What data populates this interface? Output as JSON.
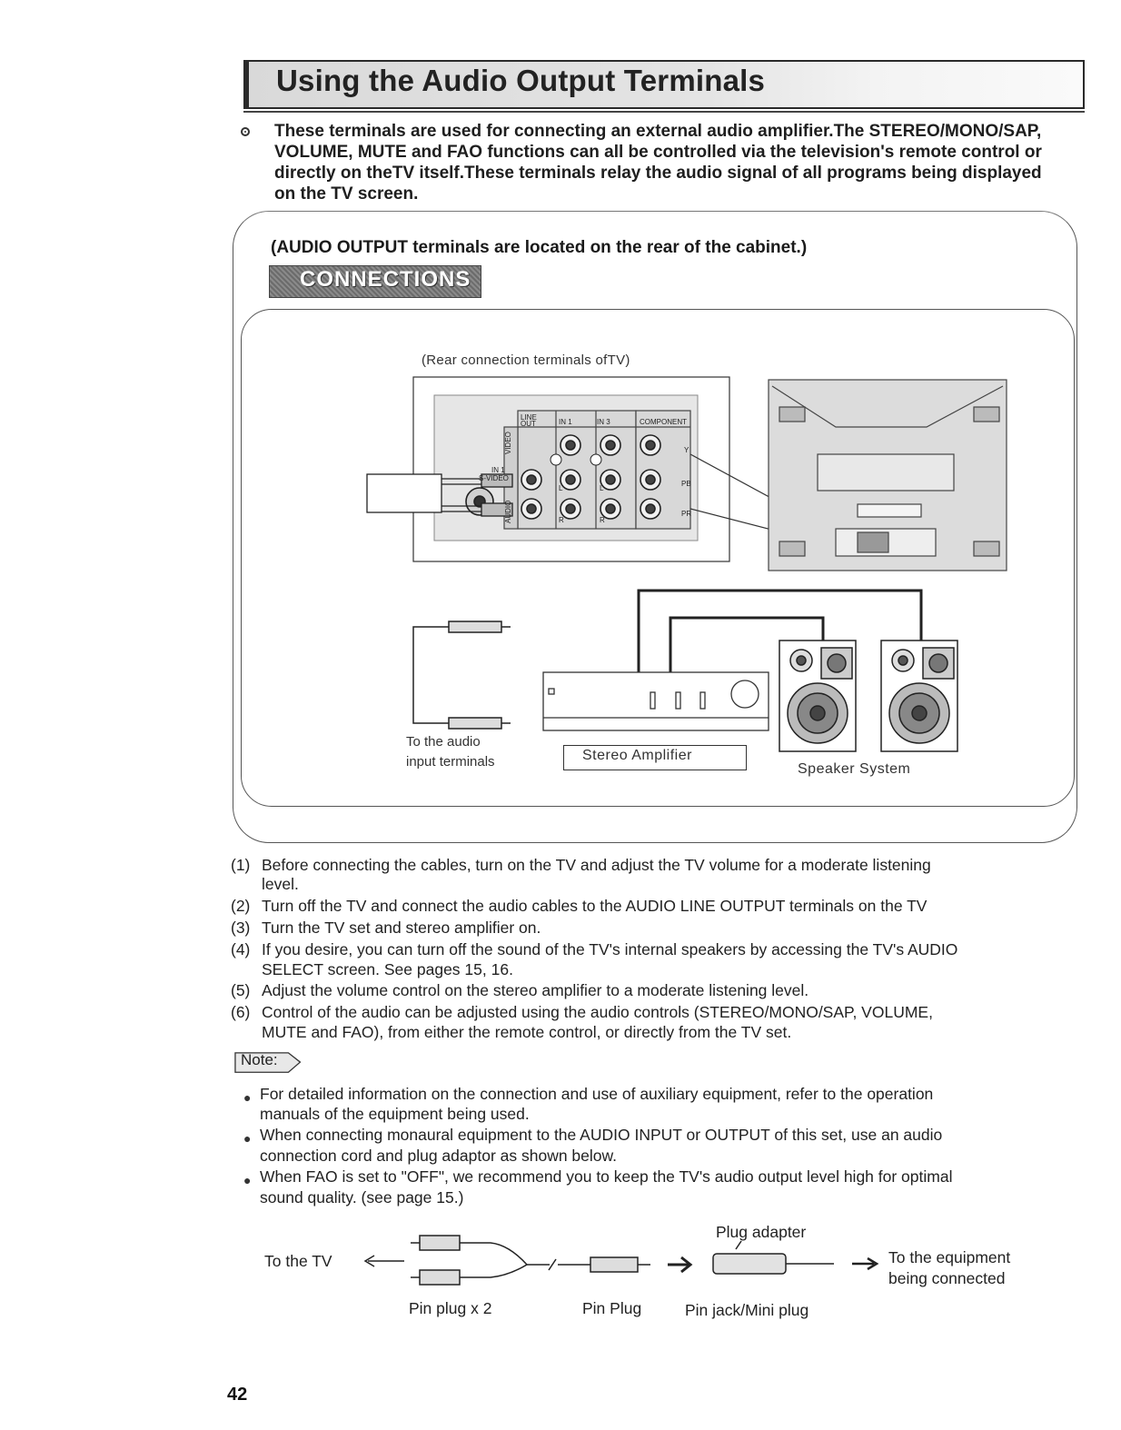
{
  "title": "Using the Audio Output Terminals",
  "intro": {
    "lines": [
      "These terminals are used for connecting an external audio amplifier.The STEREO/MONO/SAP,",
      "VOLUME, MUTE and FAO functions can all be controlled via the television's remote control or",
      "directly on theTV itself.These terminals relay the audio signal of all programs being displayed",
      "on the TV screen."
    ]
  },
  "connections": {
    "location_note": "(AUDIO OUTPUT terminals are located on the rear of the cabinet.)",
    "badge": "CONNECTIONS",
    "rear_caption": "(Rear connection terminals ofTV)",
    "panel_labels": {
      "line_out_1": "LINE",
      "line_out_2": "OUT",
      "in1": "IN 1",
      "in3": "IN 3",
      "component": "COMPONENT",
      "video": "VIDEO",
      "audio": "AUDIO",
      "svideo_1": "IN 1",
      "svideo_2": "S-VIDEO",
      "y": "Y",
      "pb": "PB",
      "pr": "PR",
      "l1": "L",
      "l2": "L",
      "r1": "R",
      "r2": "R"
    },
    "to_audio_line1": "To the audio",
    "to_audio_line2": "input terminals",
    "stereo_amp": "Stereo Amplifier",
    "speaker_system": "Speaker System"
  },
  "steps": [
    {
      "num": "(1)",
      "lines": [
        "Before  connecting  the  cables,  turn  on  the  TV  and  adjust  the  TV  volume  for  a  moderate  listening",
        "level."
      ]
    },
    {
      "num": "(2)",
      "lines": [
        "Turn off the TV and connect the audio cables to the AUDIO LINE OUTPUT terminals on the TV"
      ]
    },
    {
      "num": "(3)",
      "lines": [
        "Turn the TV set and stereo amplifier on."
      ]
    },
    {
      "num": "(4)",
      "lines": [
        "If you desire, you can turn off the sound of the TV's internal speakers by accessing the TV's AUDIO",
        "SELECT screen. See pages 15, 16."
      ]
    },
    {
      "num": "(5)",
      "lines": [
        "Adjust the volume control on the stereo amplifier to a moderate listening level."
      ]
    },
    {
      "num": "(6)",
      "lines": [
        "Control  of  the  audio  can  be  adjusted  using  the  audio  controls  (STEREO/MONO/SAP,  VOLUME,",
        "MUTE and FAO), from either the remote control, or directly from the TV set."
      ]
    }
  ],
  "note_label": "Note:",
  "notes": [
    {
      "lines": [
        "For  detailed  information  on  the  connection  and  use  of  auxiliary  equipment,  refer  to  the  operation",
        "manuals of the equipment being used."
      ]
    },
    {
      "lines": [
        "When connecting monaural equipment to the AUDIO INPUT or OUTPUT of this set, use an audio",
        "connection cord and plug adaptor as shown below."
      ]
    },
    {
      "lines": [
        "When FAO is set to \"OFF\", we recommend you to keep the TV's audio output level high for optimal",
        "sound quality. (see page 15.)"
      ]
    }
  ],
  "plug_diagram": {
    "to_tv": "To the TV",
    "plug_adapter": "Plug adapter",
    "to_equipment_1": "To the equipment",
    "to_equipment_2": "being connected",
    "pin_plug_x2": "Pin plug x 2",
    "pin_plug": "Pin Plug",
    "pin_jack_mini": "Pin jack/Mini plug"
  },
  "page_number": "42"
}
